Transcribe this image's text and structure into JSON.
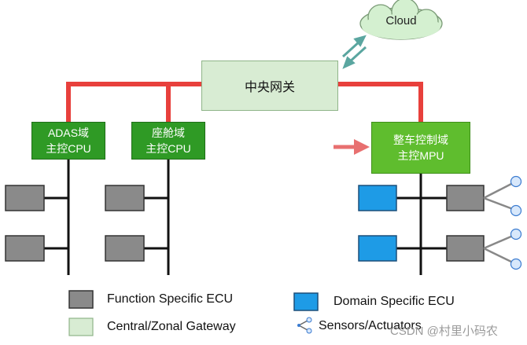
{
  "gateway": {
    "label": "中央网关"
  },
  "cloud": {
    "label": "Cloud"
  },
  "domains": [
    {
      "line1": "ADAS域",
      "line2": "主控CPU"
    },
    {
      "line1": "座舱域",
      "line2": "主控CPU"
    }
  ],
  "mpu": {
    "line1": "整车控制域",
    "line2": "主控MPU"
  },
  "legend": [
    {
      "label": "Function Specific ECU",
      "icon": "gray-square"
    },
    {
      "label": "Domain Specific ECU",
      "icon": "blue-square"
    },
    {
      "label": "Central/Zonal Gateway",
      "icon": "light-green-square"
    },
    {
      "label": "Sensors/Actuators",
      "icon": "sensor-fork"
    }
  ],
  "watermark": "CSDN @村里小码农",
  "colors": {
    "ethernet_red": "#e8403c",
    "ecu_gray": "#8a8a8a",
    "ecu_blue": "#1e9be6",
    "domain_green": "#2f9a25",
    "mpu_green": "#5fbd2e",
    "gateway_green": "#d8ecd3",
    "cloud_green": "#d4f0d0",
    "arrow_teal": "#5aa6a0",
    "sensor_blue": "#d8e8fb"
  }
}
